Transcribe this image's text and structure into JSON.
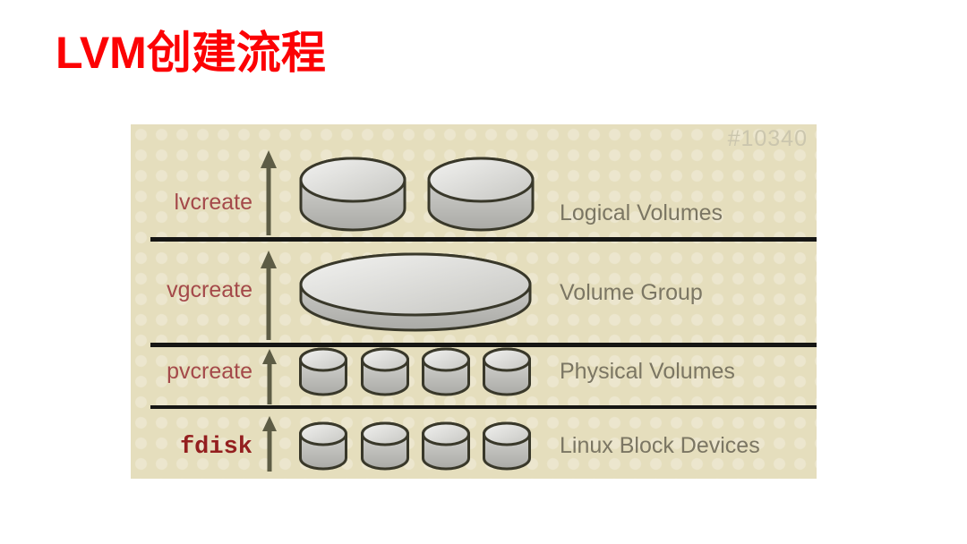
{
  "title": "LVM创建流程",
  "diagram": {
    "watermark": "#10340",
    "rows": [
      {
        "command": "lvcreate",
        "label": "Logical Volumes",
        "disks": 2,
        "disk_type": "medium-cylinder"
      },
      {
        "command": "vgcreate",
        "label": "Volume Group",
        "disks": 1,
        "disk_type": "large-flat-disk"
      },
      {
        "command": "pvcreate",
        "label": "Physical Volumes",
        "disks": 4,
        "disk_type": "small-cylinder"
      },
      {
        "command": "fdisk",
        "label": "Linux Block Devices",
        "disks": 4,
        "disk_type": "small-cylinder"
      }
    ],
    "colors": {
      "background": "#e5debd",
      "separator": "#161614",
      "command_text": "#a4494a",
      "fdisk_text": "#941f1f",
      "label_text": "#7b7663",
      "arrow": "#5d5c45",
      "title": "#fc0204",
      "watermark_text": "#cbc6ae",
      "cylinder_outline": "#39382a"
    }
  }
}
